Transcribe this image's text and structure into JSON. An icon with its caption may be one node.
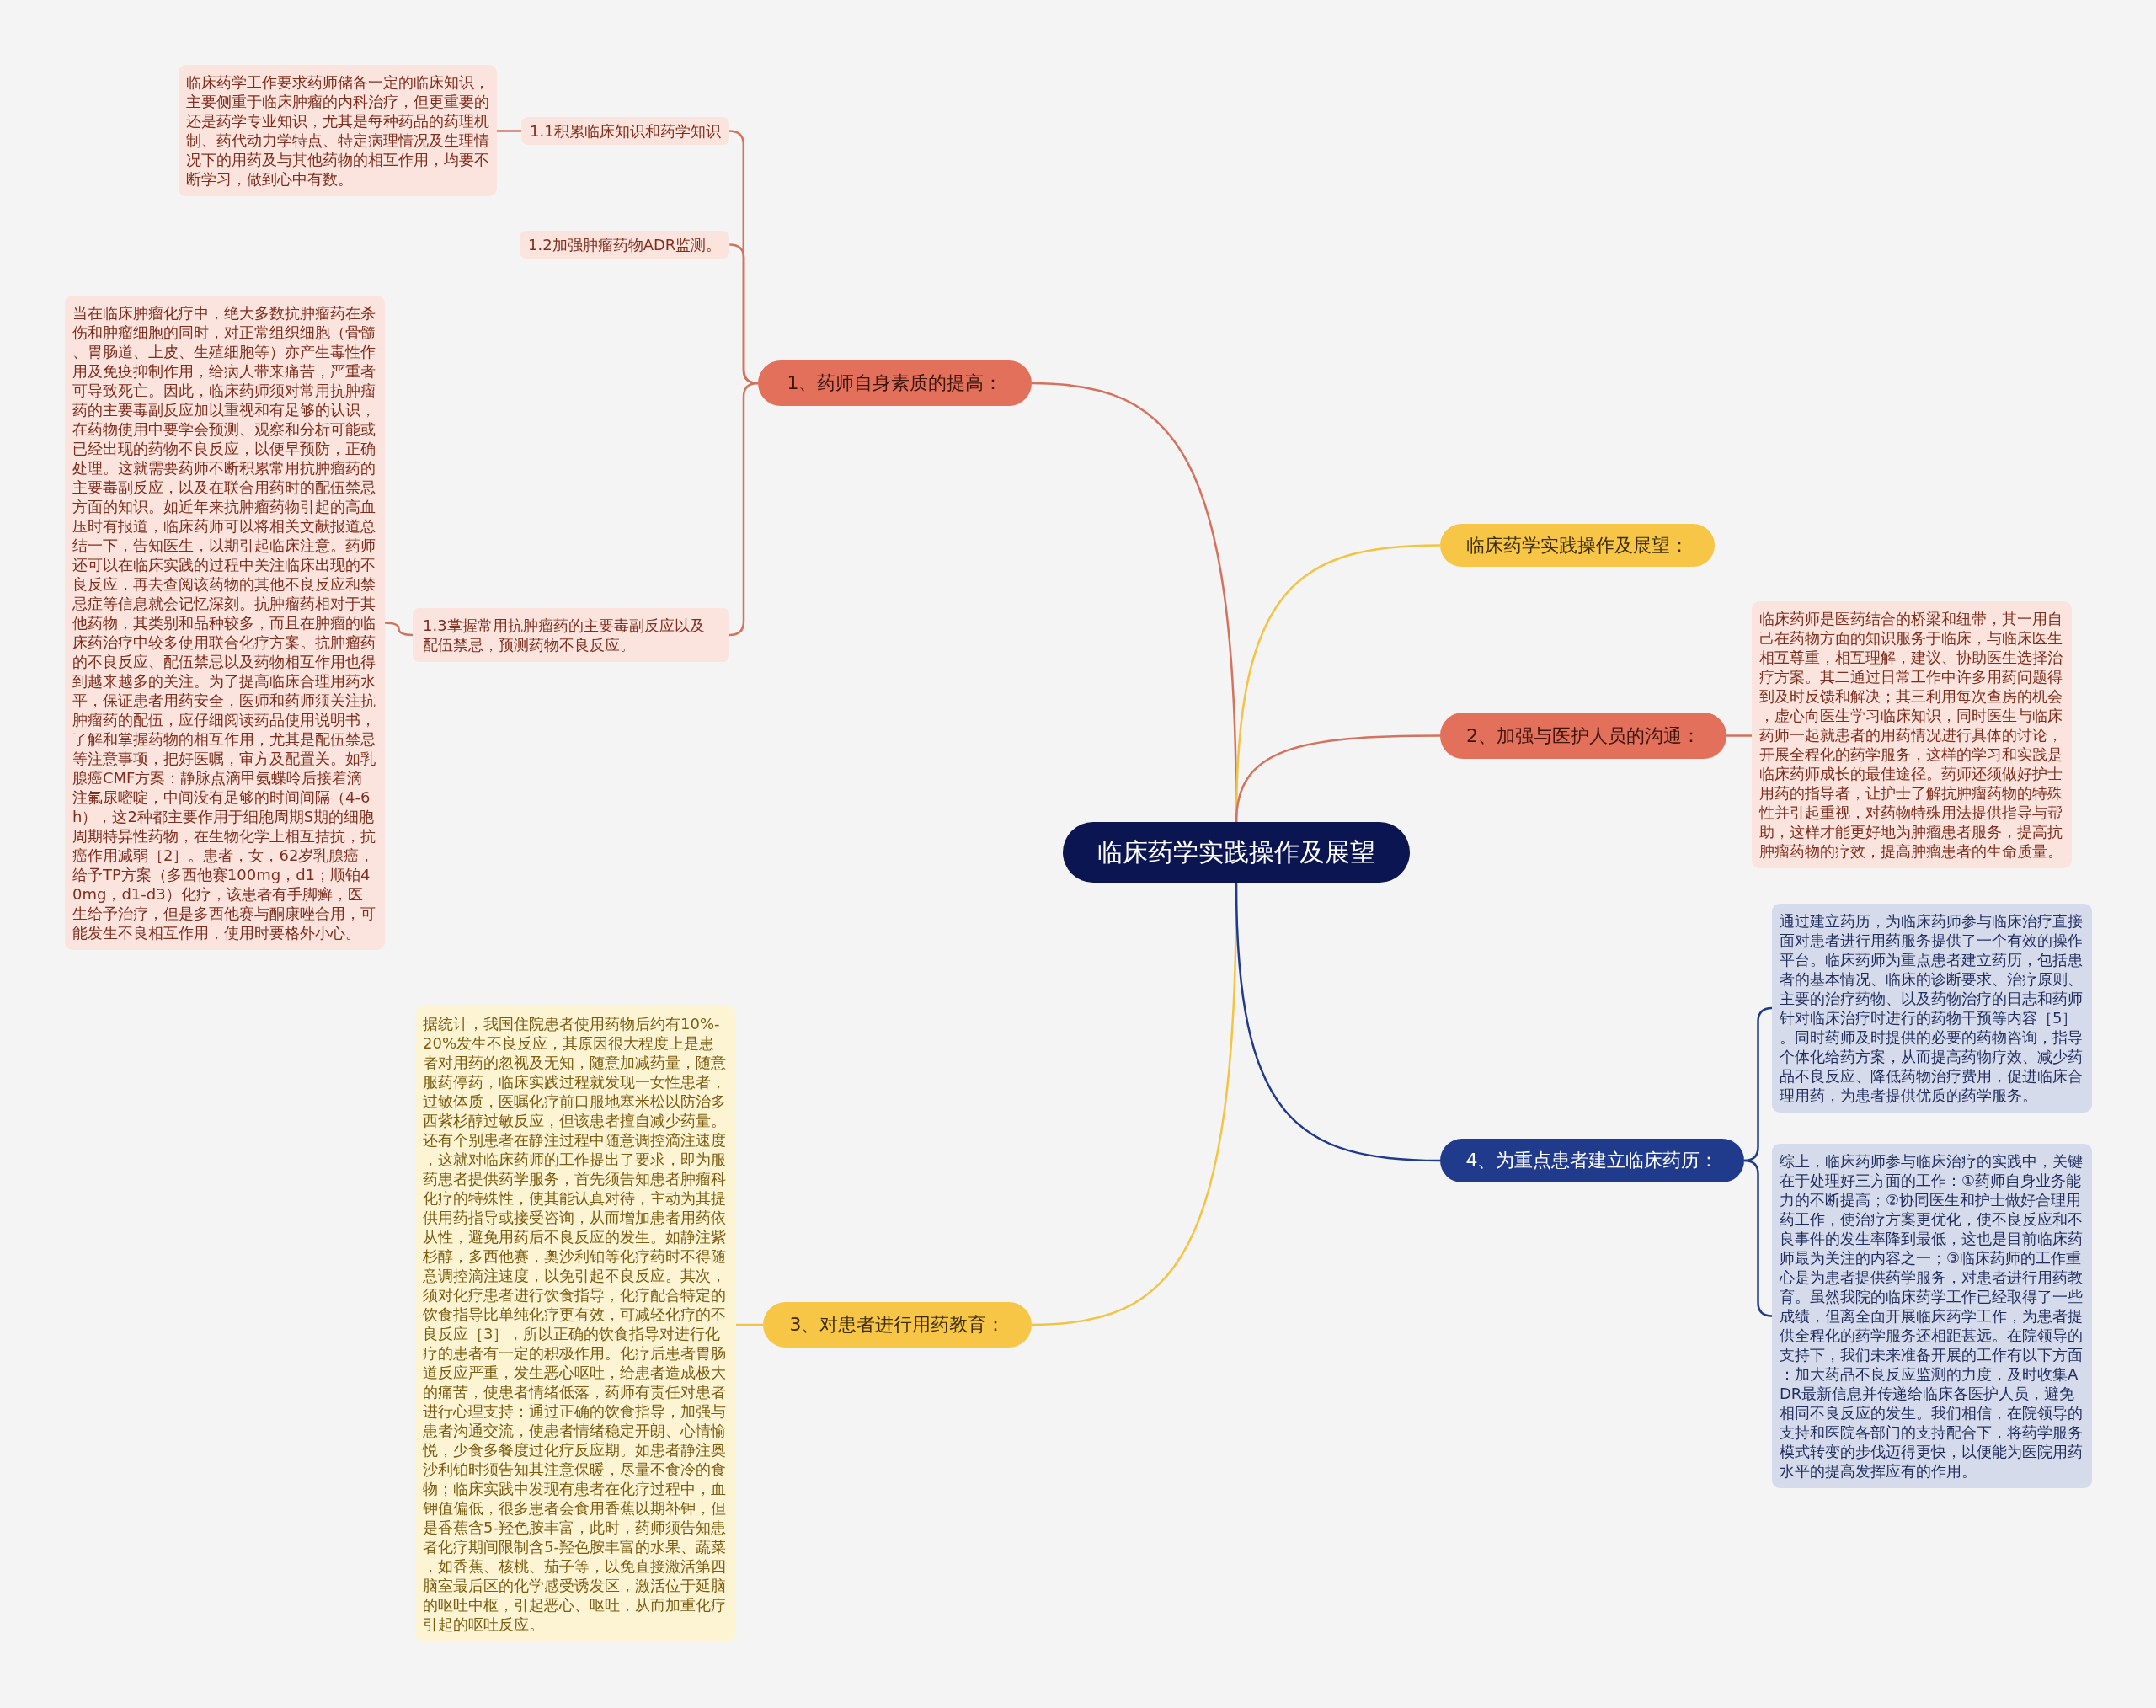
{
  "diagram": {
    "nodes": [
      {
        "text": [
          "临床药学实践操作及展望"
        ]
      },
      {
        "text": [
          "1、药师自身素质的提高："
        ]
      },
      {
        "text": [
          "1.1积累临床知识和药学知识"
        ]
      },
      {
        "text": [
          "临床药学工作要求药师储备一定的临床知识，主要侧重于临床肿瘤的内科治疗，但更重要的还是药学专业知识，尤其是每种药品的药理机制、药代动力学特点、特定病理情况及生理情况下的用药及与其他药物的相互作用，均要不断学习，做到心中有数。"
        ]
      },
      {
        "text": [
          "1.2加强肿瘤药物ADR监测。"
        ]
      },
      {
        "text": [
          "1.3掌握常用抗肿瘤药的主要毒副反应以及配伍禁忌，预测药物不良反应。"
        ]
      },
      {
        "text": [
          "当在临床肿瘤化疗中，绝大多数抗肿瘤药在杀伤和肿瘤细胞的同时，对正常组织细胞（骨髓、胃肠道、上皮、生殖细胞等）亦产生毒性作用及免疫抑制作用，给病人带来痛苦，严重者可导致死亡。因此，临床药师须对常用抗肿瘤药的主要毒副反应加以重视和有足够的认识，在药物使用中要学会预测、观察和分析可能或已经出现的药物不良反应，以便早预防，正确处理。这就需要药师不断积累常用抗肿瘤药的主要毒副反应，以及在联合用药时的配伍禁忌方面的知识。如近年来抗肿瘤药物引起的高血压时有报道，临床药师可以将相关文献报道总结一下，告知医生，以期引起临床注意。药师还可以在临床实践的过程中关注临床出现的不良反应，再去查阅该药物的其他不良反应和禁忌症等信息就会记忆深刻。抗肿瘤药相对于其他药物，其类别和品种较多，而且在肿瘤的临床药治疗中较多使用联合化疗方案。抗肿瘤药的不良反应、配伍禁忌以及药物相互作用也得到越来越多的关注。为了提高临床合理用药水平，保证患者用药安全，医师和药师须关注抗肿瘤药的配伍，应仔细阅读药品使用说明书，了解和掌握药物的相互作用，尤其是配伍禁忌等注意事项，把好医嘱，审方及配置关。如乳腺癌CMF方案：静脉点滴甲氨蝶呤后接着滴注氟尿嘧啶，中间没有足够的时间间隔（4-6h），这2种都主要作用于细胞周期S期的细胞周期特异性药物，在生物化学上相互拮抗，抗癌作用减弱［2］。患者，女，62岁乳腺癌，给予TP方案（多西他赛100mg，d1；顺铂40mg，d1-d3）化疗，该患者有手脚癣，医生给予治疗，但是多西他赛与酮康唑合用，可能发生不良相互作用，使用时要格外小心。"
        ]
      },
      {
        "text": [
          "临床药学实践操作及展望："
        ]
      },
      {
        "text": [
          "2、加强与医护人员的沟通："
        ]
      },
      {
        "text": [
          "临床药师是医药结合的桥梁和纽带，其一用自己在药物方面的知识服务于临床，与临床医生相互尊重，相互理解，建议、协助医生选择治疗方案。其二通过日常工作中许多用药问题得到及时反馈和解决；其三利用每次查房的机会，虚心向医生学习临床知识，同时医生与临床药师一起就患者的用药情况进行具体的讨论，开展全程化的药学服务，这样的学习和实践是临床药师成长的最佳途径。药师还须做好护士用药的指导者，让护士了解抗肿瘤药物的特殊性并引起重视，对药物特殊用法提供指导与帮助，这样才能更好地为肿瘤患者服务，提高抗肿瘤药物的疗效，提高肿瘤患者的生命质量。"
        ]
      },
      {
        "text": [
          "3、对患者进行用药教育："
        ]
      },
      {
        "text": [
          "据统计，我国住院患者使用药物后约有10%-20%发生不良反应，其原因很大程度上是患者对用药的忽视及无知，随意加减药量，随意服药停药，临床实践过程就发现一女性患者，过敏体质，医嘱化疗前口服地塞米松以防治多西紫杉醇过敏反应，但该患者擅自减少药量。还有个别患者在静注过程中随意调控滴注速度，这就对临床药师的工作提出了要求，即为服药患者提供药学服务，首先须告知患者肿瘤科化疗的特殊性，使其能认真对待，主动为其提供用药指导或接受咨询，从而增加患者用药依从性，避免用药后不良反应的发生。如静注紫杉醇，多西他赛，奥沙利铂等化疗药时不得随意调控滴注速度，以免引起不良反应。其次，须对化疗患者进行饮食指导，化疗配合特定的饮食指导比单纯化疗更有效，可减轻化疗的不良反应［3］，所以正确的饮食指导对进行化疗的患者有一定的积极作用。化疗后患者胃肠道反应严重，发生恶心呕吐，给患者造成极大的痛苦，使患者情绪低落，药师有责任对患者进行心理支持：通过正确的饮食指导，加强与患者沟通交流，使患者情绪稳定开朗、心情愉悦，少食多餐度过化疗反应期。如患者静注奥沙利铂时须告知其注意保暖，尽量不食冷的食物；临床实践中发现有患者在化疗过程中，血钾值偏低，很多患者会食用香蕉以期补钾，但是香蕉含5-羟色胺丰富，此时，药师须告知患者化疗期间限制含5-羟色胺丰富的水果、蔬菜，如香蕉、核桃、茄子等，以免直接激活第四脑室最后区的化学感受诱发区，激活位于延脑的呕吐中枢，引起恶心、呕吐，从而加重化疗引起的呕吐反应。"
        ]
      },
      {
        "text": [
          "4、为重点患者建立临床药历："
        ]
      },
      {
        "text": [
          "通过建立药历，为临床药师参与临床治疗直接面对患者进行用药服务提供了一个有效的操作平台。临床药师为重点患者建立药历，包括患者的基本情况、临床的诊断要求、治疗原则、主要的治疗药物、以及药物治疗的日志和药师针对临床治疗时进行的药物干预等内容［5］。同时药师及时提供的必要的药物咨询，指导个体化给药方案，从而提高药物疗效、减少药品不良反应、降低药物治疗费用，促进临床合理用药，为患者提供优质的药学服务。"
        ]
      },
      {
        "text": [
          "综上，临床药师参与临床治疗的实践中，关键在于处理好三方面的工作：①药师自身业务能力的不断提高；②协同医生和护士做好合理用药工作，使治疗方案更优化，使不良反应和不良事件的发生率降到最低，这也是目前临床药师最为关注的内容之一；③临床药师的工作重心是为患者提供药学服务，对患者进行用药教育。虽然我院的临床药学工作已经取得了一些成绩，但离全面开展临床药学工作，为患者提供全程化的药学服务还相距甚远。在院领导的支持下，我们未来准备开展的工作有以下方面：加大药品不良反应监测的力度，及时收集ADR最新信息并传递给临床各医护人员，避免相同不良反应的发生。我们相信，在院领导的支持和医院各部门的支持配合下，将药学服务模式转变的步伐迈得更快，以便能为医院用药水平的提高发挥应有的作用。"
        ]
      }
    ],
    "edges": [
      {
        "from": 0,
        "to": 1,
        "arrow": "none"
      },
      {
        "from": 1,
        "to": 2,
        "arrow": "none"
      },
      {
        "from": 2,
        "to": 3,
        "arrow": "none"
      },
      {
        "from": 1,
        "to": 4,
        "arrow": "none"
      },
      {
        "from": 1,
        "to": 5,
        "arrow": "none"
      },
      {
        "from": 5,
        "to": 6,
        "arrow": "none"
      },
      {
        "from": 0,
        "to": 7,
        "arrow": "none",
        "color": "#f3c443"
      },
      {
        "from": 0,
        "to": 8,
        "arrow": "none"
      },
      {
        "from": 8,
        "to": 9,
        "arrow": "none"
      },
      {
        "from": 0,
        "to": 10,
        "arrow": "none",
        "color": "#f3c443"
      },
      {
        "from": 10,
        "to": 11,
        "arrow": "none",
        "color": "#f3c443"
      },
      {
        "from": 0,
        "to": 12,
        "arrow": "none",
        "color": "#203b8b"
      },
      {
        "from": 12,
        "to": 13,
        "arrow": "none",
        "color": "#203b8b"
      },
      {
        "from": 12,
        "to": 14,
        "arrow": "none",
        "color": "#203b8b"
      }
    ]
  }
}
